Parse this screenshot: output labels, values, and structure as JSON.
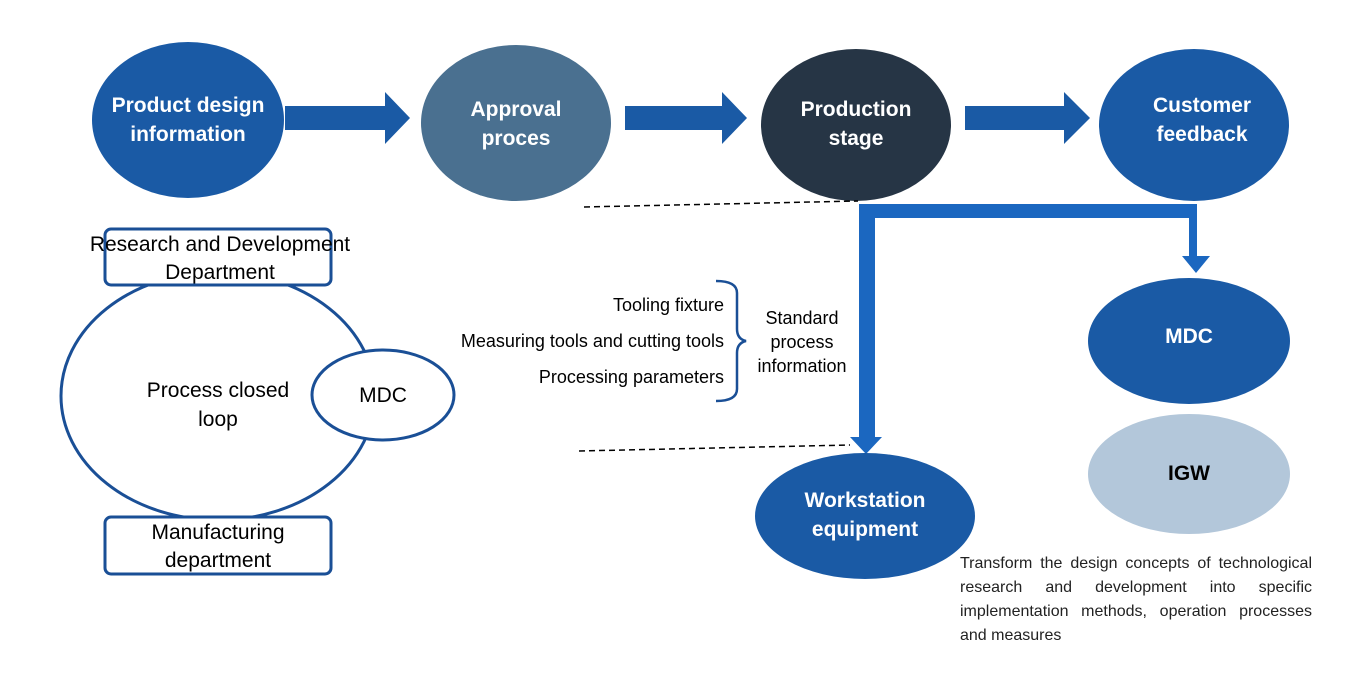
{
  "colors": {
    "blue": "#1a5aa5",
    "slate": "#4a7090",
    "dark": "#263545",
    "light": "#b3c7da",
    "arrow": "#1b67c0",
    "outline": "#1a4f96"
  },
  "flow": {
    "product_design": "Product design\ninformation",
    "approval": "Approval\nproces",
    "production": "Production\nstage",
    "customer": "Customer\nfeedback"
  },
  "loop": {
    "rd_department": "Research and Development\nDepartment",
    "process_loop": "Process closed\nloop",
    "mdc": "MDC",
    "manufacturing": "Manufacturing\ndepartment"
  },
  "process_items": [
    "Tooling fixture",
    "Measuring tools and cutting tools",
    "Processing parameters"
  ],
  "standard_info": "Standard\nprocess\ninformation",
  "workstation": "Workstation\nequipment",
  "right": {
    "mdc": "MDC",
    "igw": "IGW"
  },
  "description": "Transform the design concepts of technological research and development into specific implementation methods, operation processes and measures"
}
